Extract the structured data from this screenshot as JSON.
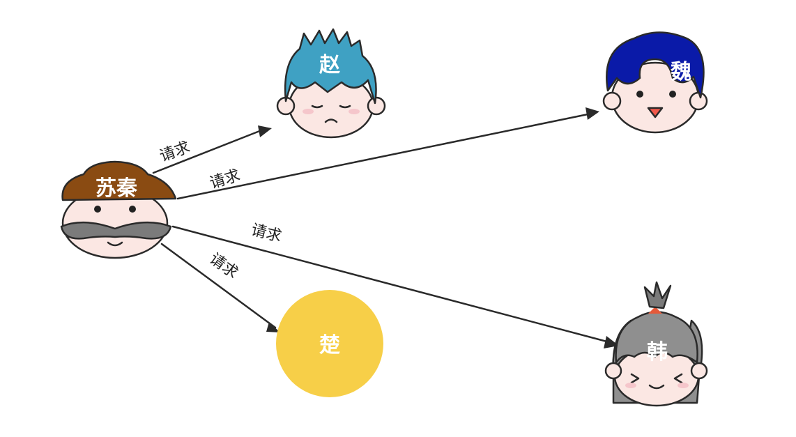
{
  "characters": {
    "sender": {
      "label": "苏秦",
      "hat_color": "#8a4b12",
      "mustache_color": "#7b7b7b"
    },
    "zhao": {
      "label": "赵",
      "hair_color": "#3fa1c3"
    },
    "wei": {
      "label": "魏",
      "hair_color": "#0a1aa8"
    },
    "chu": {
      "label": "楚",
      "fill_color": "#f7cf48"
    },
    "han": {
      "label": "韩",
      "hair_color": "#8f8f8f"
    }
  },
  "edges": [
    {
      "from": "sender",
      "to": "zhao",
      "label": "请求"
    },
    {
      "from": "sender",
      "to": "wei",
      "label": "请求"
    },
    {
      "from": "sender",
      "to": "han",
      "label": "请求"
    },
    {
      "from": "sender",
      "to": "chu",
      "label": "请求"
    }
  ]
}
